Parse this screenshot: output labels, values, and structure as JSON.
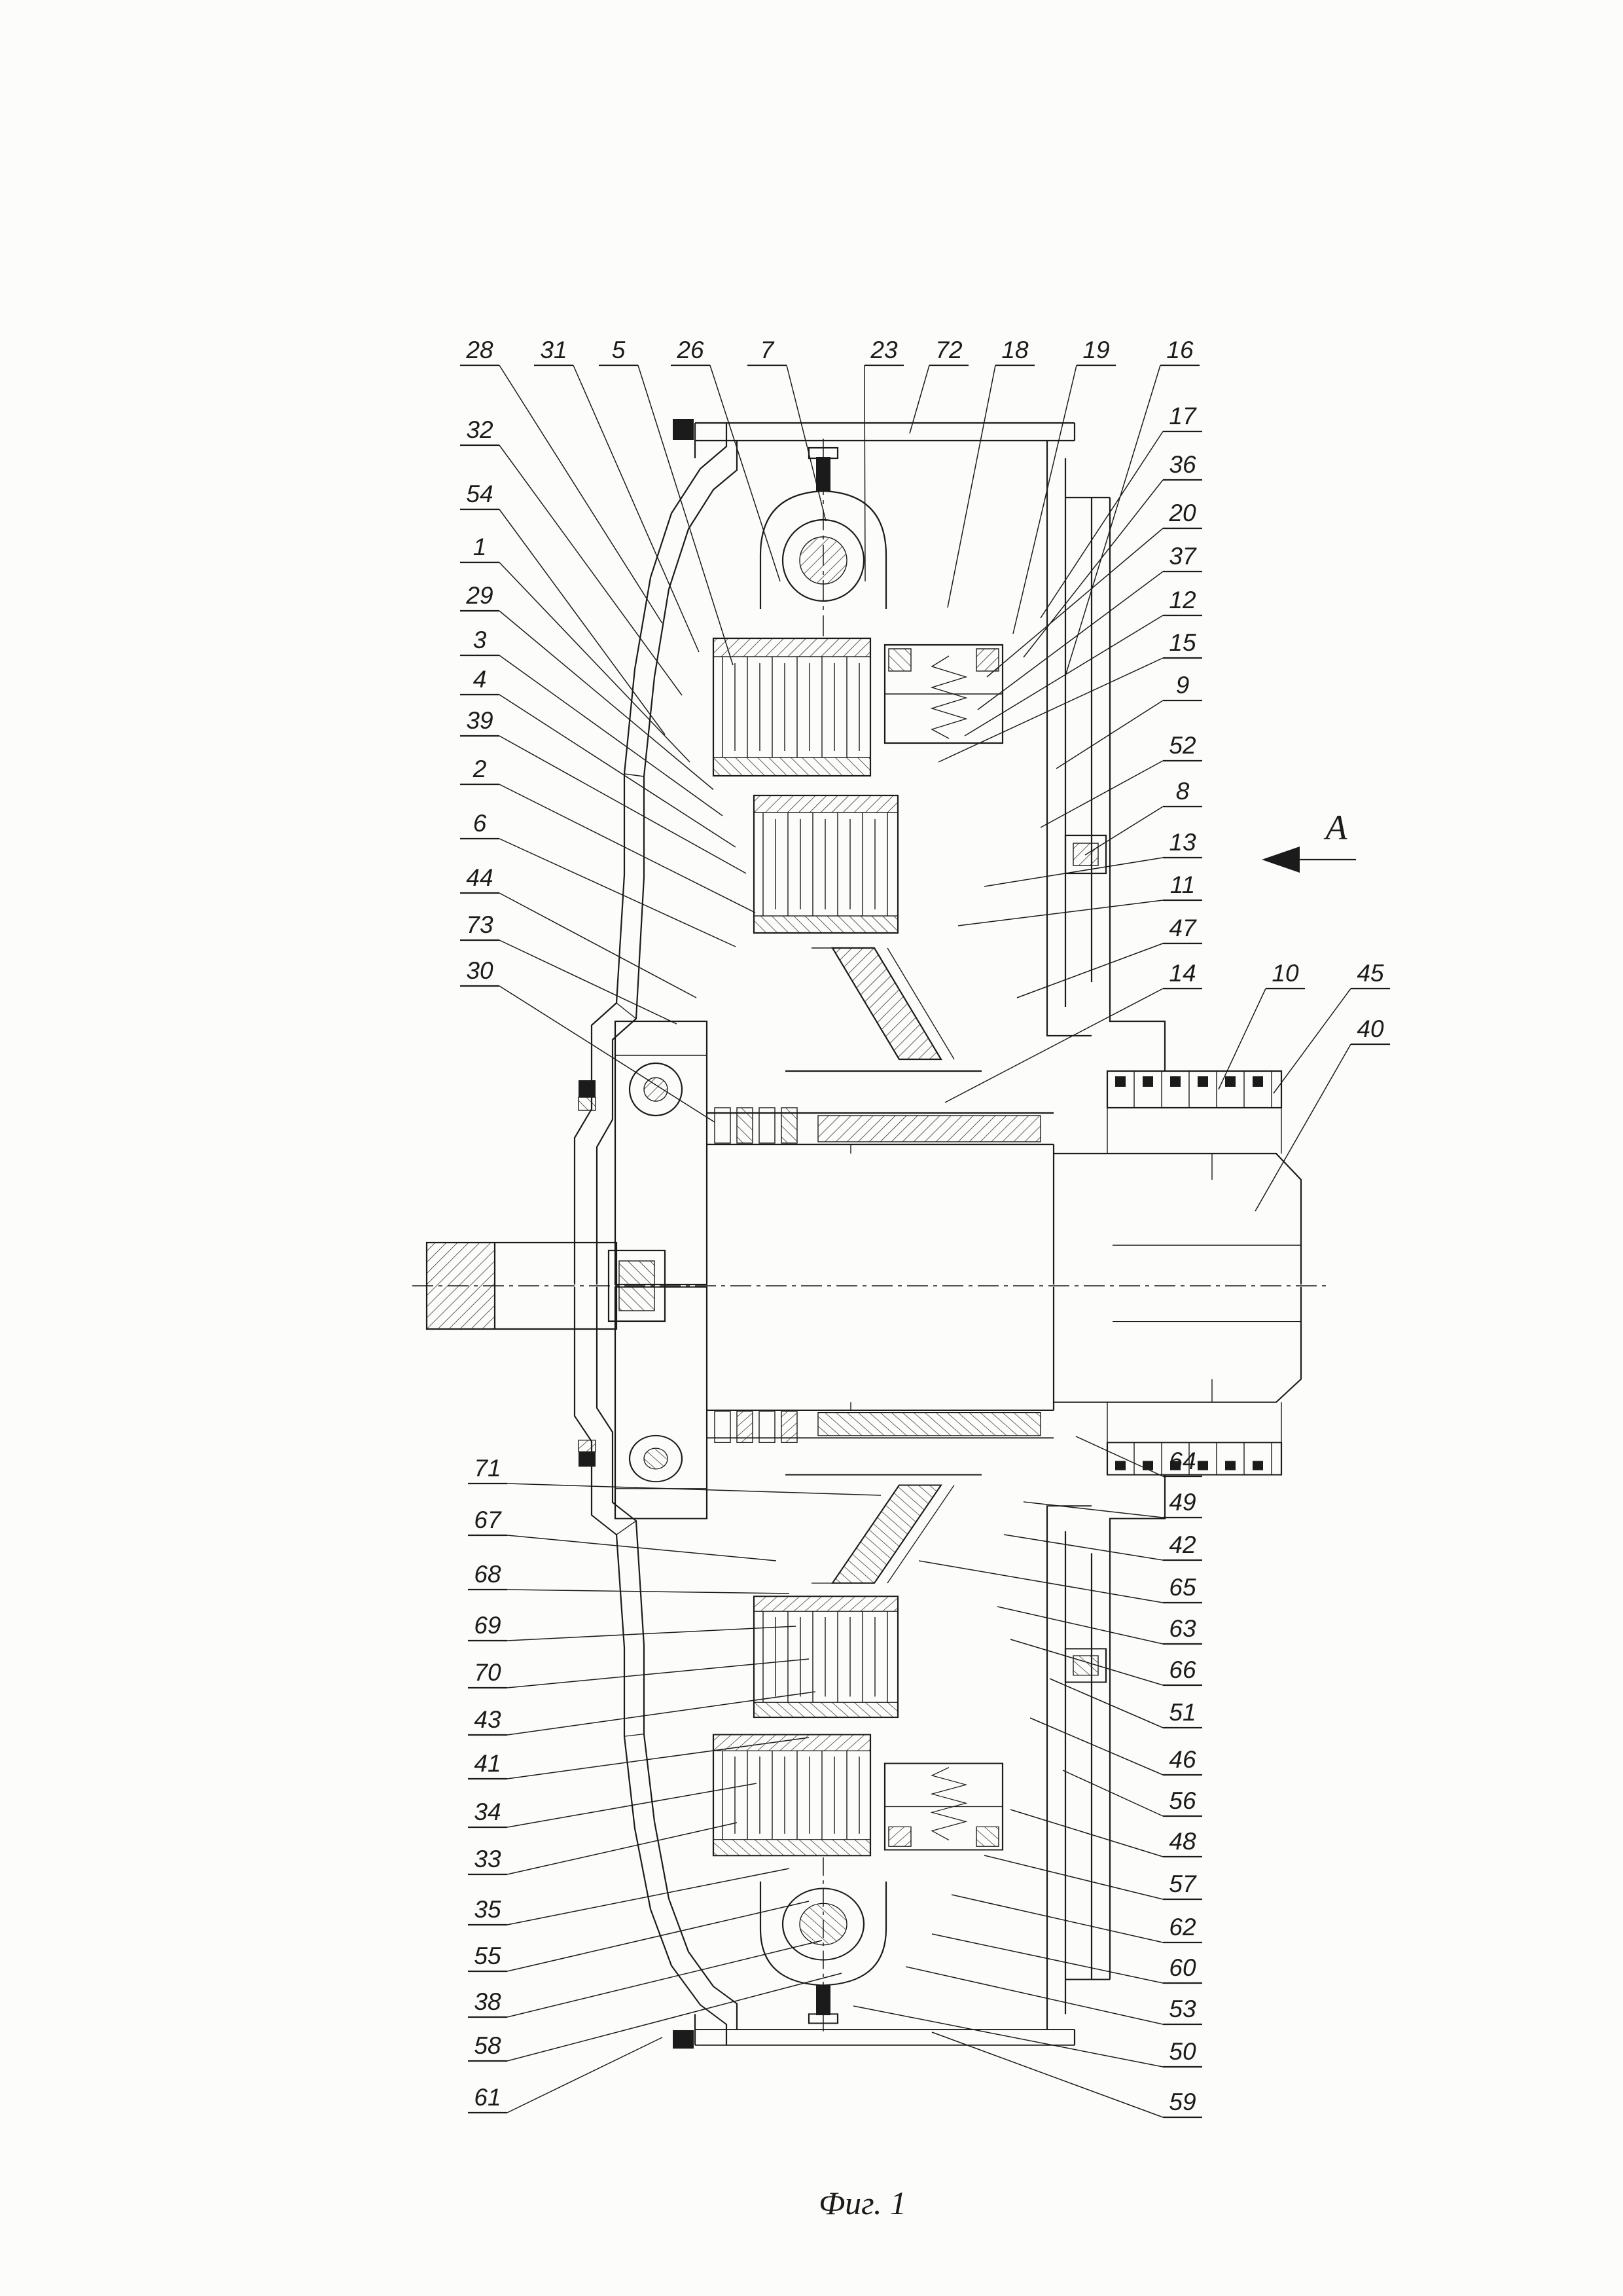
{
  "figure": {
    "caption": "Фиг. 1",
    "view_label": "A"
  },
  "colors": {
    "ink": "#1b1b1b",
    "paper": "#fcfcfa"
  },
  "callouts": {
    "top": [
      "28",
      "31",
      "5",
      "26",
      "7",
      "23",
      "72",
      "18",
      "19",
      "16"
    ],
    "left": [
      "32",
      "54",
      "1",
      "29",
      "3",
      "4",
      "39",
      "2",
      "6",
      "44",
      "73",
      "30"
    ],
    "right": [
      "17",
      "36",
      "20",
      "37",
      "12",
      "15",
      "9",
      "52",
      "8",
      "13",
      "11",
      "47",
      "14"
    ],
    "right_shaft": [
      "10",
      "45",
      "40"
    ],
    "bottom_left": [
      "71",
      "67",
      "68",
      "69",
      "70",
      "43",
      "41",
      "34",
      "33",
      "35",
      "55",
      "38",
      "58",
      "61"
    ],
    "bottom_right": [
      "64",
      "49",
      "42",
      "65",
      "63",
      "66",
      "51",
      "46",
      "56",
      "48",
      "57",
      "62",
      "60",
      "53",
      "50",
      "59"
    ]
  }
}
